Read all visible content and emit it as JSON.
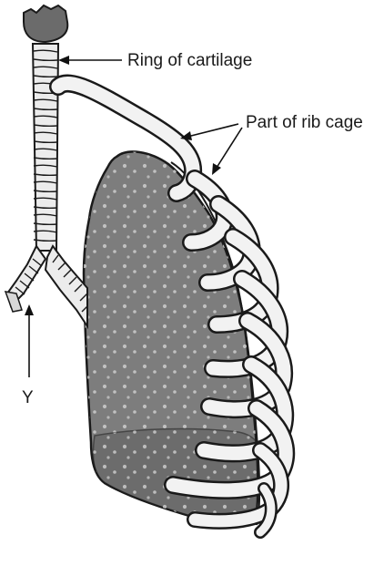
{
  "diagram": {
    "labels": {
      "cartilage": "Ring of cartilage",
      "ribcage": "Part of rib cage",
      "y": "Y"
    },
    "colors": {
      "lung_fill": "#7d7d7d",
      "lung_lower_fill": "#6c6c6c",
      "lung_dots": "#c4c4c4",
      "outline": "#1a1a1a",
      "rib_fill": "#f2f2f2",
      "trachea_fill": "#ececec",
      "larynx_fill": "#6b6b6b"
    }
  }
}
